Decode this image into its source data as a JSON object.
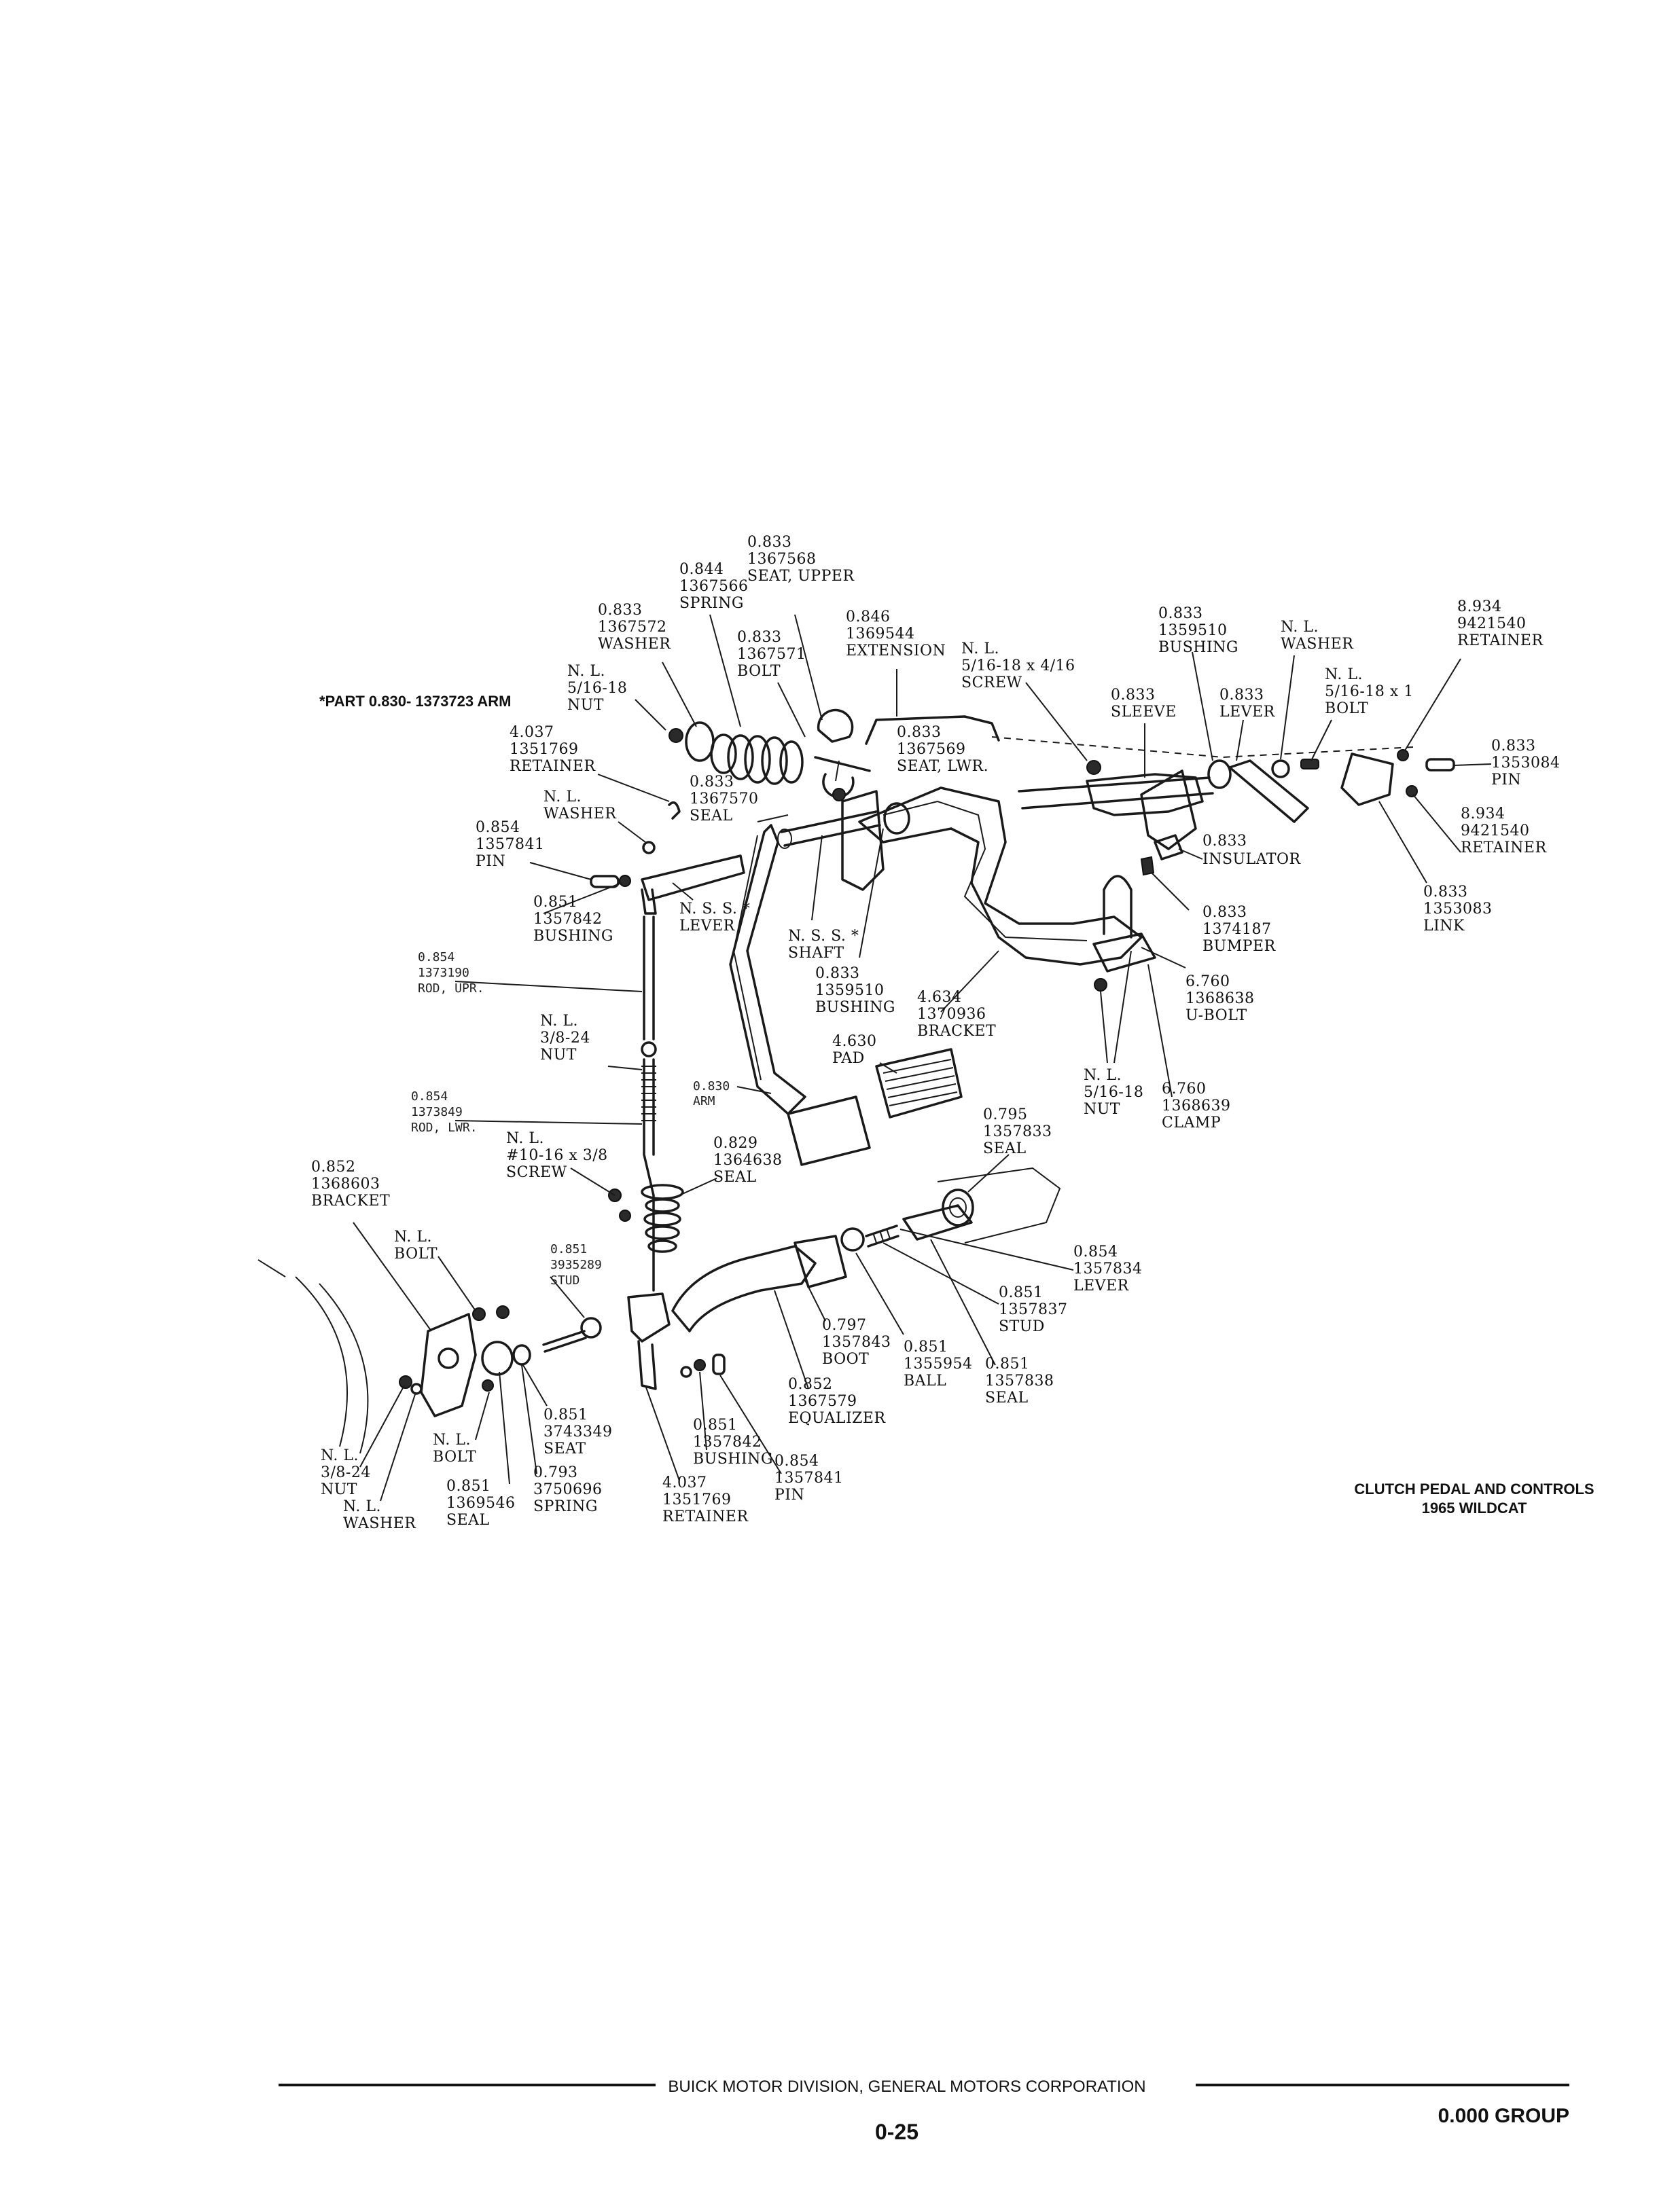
{
  "page_title": [
    "CLUTCH PEDAL AND CONTROLS",
    "1965 WILDCAT"
  ],
  "part_note": "*PART 0.830- 1373723 ARM",
  "labels": {
    "seat_upper": [
      "0.833",
      "1367568",
      "SEAT, UPPER"
    ],
    "spring_top": [
      "0.844",
      "1367566",
      "SPRING"
    ],
    "washer_top": [
      "0.833",
      "1367572",
      "WASHER"
    ],
    "bolt_top": [
      "0.833",
      "1367571",
      "BOLT"
    ],
    "extension": [
      "0.846",
      "1369544",
      "EXTENSION"
    ],
    "nut_516": [
      "N. L.",
      "5/16-18",
      "NUT"
    ],
    "retainer_left": [
      "4.037",
      "1351769",
      "RETAINER"
    ],
    "screw_516": [
      "N. L.",
      "5/16-18 x 4/16",
      "SCREW"
    ],
    "seat_lwr": [
      "0.833",
      "1367569",
      "SEAT, LWR."
    ],
    "seal_upper": [
      "0.833",
      "1367570",
      "SEAL"
    ],
    "washer_left": [
      "N. L.",
      "WASHER"
    ],
    "pin_left": [
      "0.854",
      "1357841",
      "PIN"
    ],
    "bushing_left": [
      "0.851",
      "1357842",
      "BUSHING"
    ],
    "lever_nss": [
      "N. S. S. *",
      "LEVER"
    ],
    "shaft_nss": [
      "N. S. S. *",
      "SHAFT"
    ],
    "bushing_mid": [
      "0.833",
      "1359510",
      "BUSHING"
    ],
    "bracket_main": [
      "4.634",
      "1370936",
      "BRACKET"
    ],
    "pad": [
      "4.630",
      "PAD"
    ],
    "arm": [
      "0.830",
      "ARM"
    ],
    "bushing_right": [
      "0.833",
      "1359510",
      "BUSHING"
    ],
    "washer_right": [
      "N. L.",
      "WASHER"
    ],
    "retainer_right": [
      "8.934",
      "9421540",
      "RETAINER"
    ],
    "sleeve": [
      "0.833",
      "SLEEVE"
    ],
    "lever_right": [
      "0.833",
      "LEVER"
    ],
    "bolt_right": [
      "N. L.",
      "5/16-18 x 1",
      "BOLT"
    ],
    "pin_right": [
      "0.833",
      "1353084",
      "PIN"
    ],
    "retainer_right2": [
      "8.934",
      "9421540",
      "RETAINER"
    ],
    "link": [
      "0.833",
      "1353083",
      "LINK"
    ],
    "insulator": [
      "0.833",
      "INSULATOR"
    ],
    "bumper": [
      "0.833",
      "1374187",
      "BUMPER"
    ],
    "ubolt": [
      "6.760",
      "1368638",
      "U-BOLT"
    ],
    "nut_516_lower": [
      "N. L.",
      "5/16-18",
      "NUT"
    ],
    "clamp": [
      "6.760",
      "1368639",
      "CLAMP"
    ],
    "rod_upr": [
      "0.854",
      "1373190",
      "ROD, UPR."
    ],
    "nut_38_upper": [
      "N. L.",
      "3/8-24",
      "NUT"
    ],
    "rod_lwr": [
      "0.854",
      "1373849",
      "ROD, LWR."
    ],
    "screw_10": [
      "N. L.",
      "#10-16 x 3/8",
      "SCREW"
    ],
    "seal_boot": [
      "0.829",
      "1364638",
      "SEAL"
    ],
    "seal_right": [
      "0.795",
      "1357833",
      "SEAL"
    ],
    "bracket_lower": [
      "0.852",
      "1368603",
      "BRACKET"
    ],
    "bolt_lower": [
      "N. L.",
      "BOLT"
    ],
    "stud_left": [
      "0.851",
      "3935289",
      "STUD"
    ],
    "lever_lower": [
      "0.854",
      "1357834",
      "LEVER"
    ],
    "stud_right": [
      "0.851",
      "1357837",
      "STUD"
    ],
    "boot": [
      "0.797",
      "1357843",
      "BOOT"
    ],
    "ball": [
      "0.851",
      "1355954",
      "BALL"
    ],
    "seal_lower_right": [
      "0.851",
      "1357838",
      "SEAL"
    ],
    "equalizer": [
      "0.852",
      "1367579",
      "EQUALIZER"
    ],
    "seat_lower": [
      "0.851",
      "3743349",
      "SEAT"
    ],
    "bolt_lower2": [
      "N. L.",
      "BOLT"
    ],
    "bushing_lower": [
      "0.851",
      "1357842",
      "BUSHING"
    ],
    "pin_lower": [
      "0.854",
      "1357841",
      "PIN"
    ],
    "nut_38_lower": [
      "N. L.",
      "3/8-24",
      "NUT"
    ],
    "washer_lower": [
      "N. L.",
      "WASHER"
    ],
    "seal_lower": [
      "0.851",
      "1369546",
      "SEAL"
    ],
    "spring_lower": [
      "0.793",
      "3750696",
      "SPRING"
    ],
    "retainer_lower": [
      "4.037",
      "1351769",
      "RETAINER"
    ]
  },
  "footer": {
    "publisher": "BUICK MOTOR DIVISION, GENERAL MOTORS CORPORATION",
    "page_number": "0-25",
    "group": "0.000 GROUP"
  }
}
